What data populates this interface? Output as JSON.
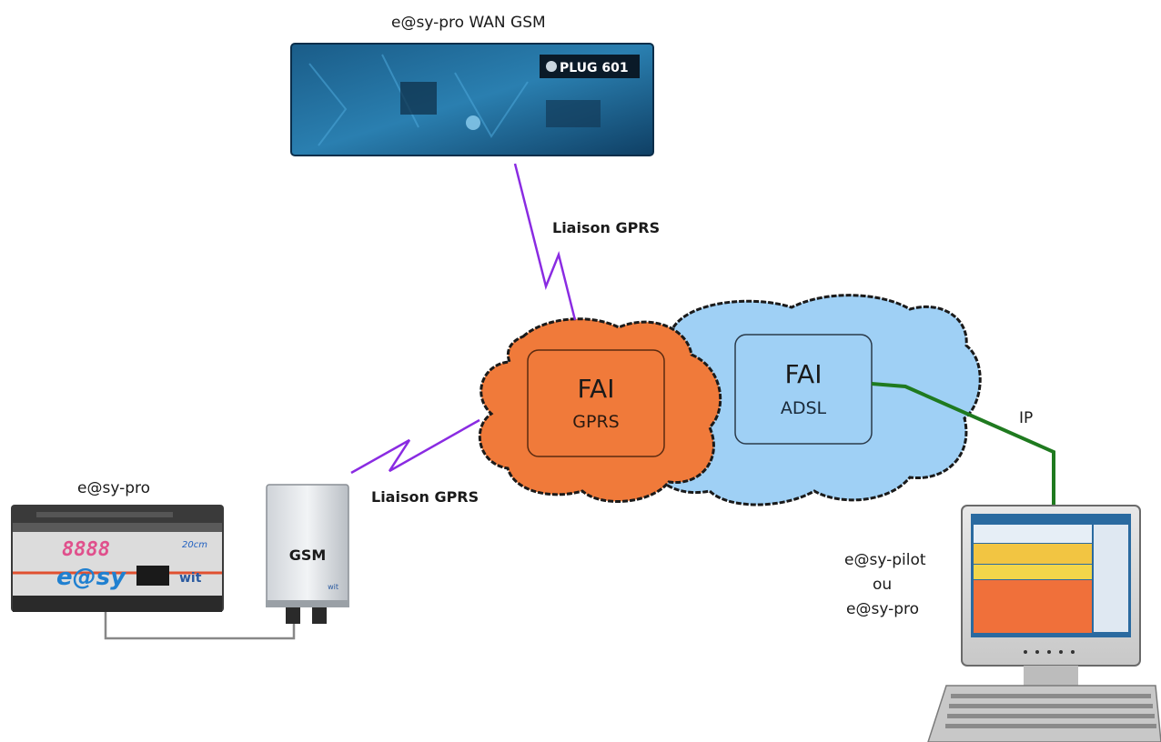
{
  "title_wan": "e@sy-pro WAN GSM",
  "plug_label": "PLUG 601",
  "gprs_link_top": "Liaison GPRS",
  "gprs_link_bottom": "Liaison GPRS",
  "fai_gprs": {
    "title": "FAI",
    "subtitle": "GPRS"
  },
  "fai_adsl": {
    "title": "FAI",
    "subtitle": "ADSL"
  },
  "ip_label": "IP",
  "device_left": {
    "label": "e@sy-pro",
    "brand": "e@sy",
    "maker": "wit",
    "display": "8888",
    "badge": "20cm"
  },
  "gsm_box": {
    "label": "GSM",
    "maker": "wit"
  },
  "pc_label": {
    "line1": "e@sy-pilot",
    "line2": "ou",
    "line3": "e@sy-pro"
  },
  "colors": {
    "gprs_link": "#8a2be2",
    "ip_link": "#1f7a1f",
    "cloud_orange": "#f07a3a",
    "cloud_blue": "#9fd0f5",
    "wire": "#888888"
  }
}
